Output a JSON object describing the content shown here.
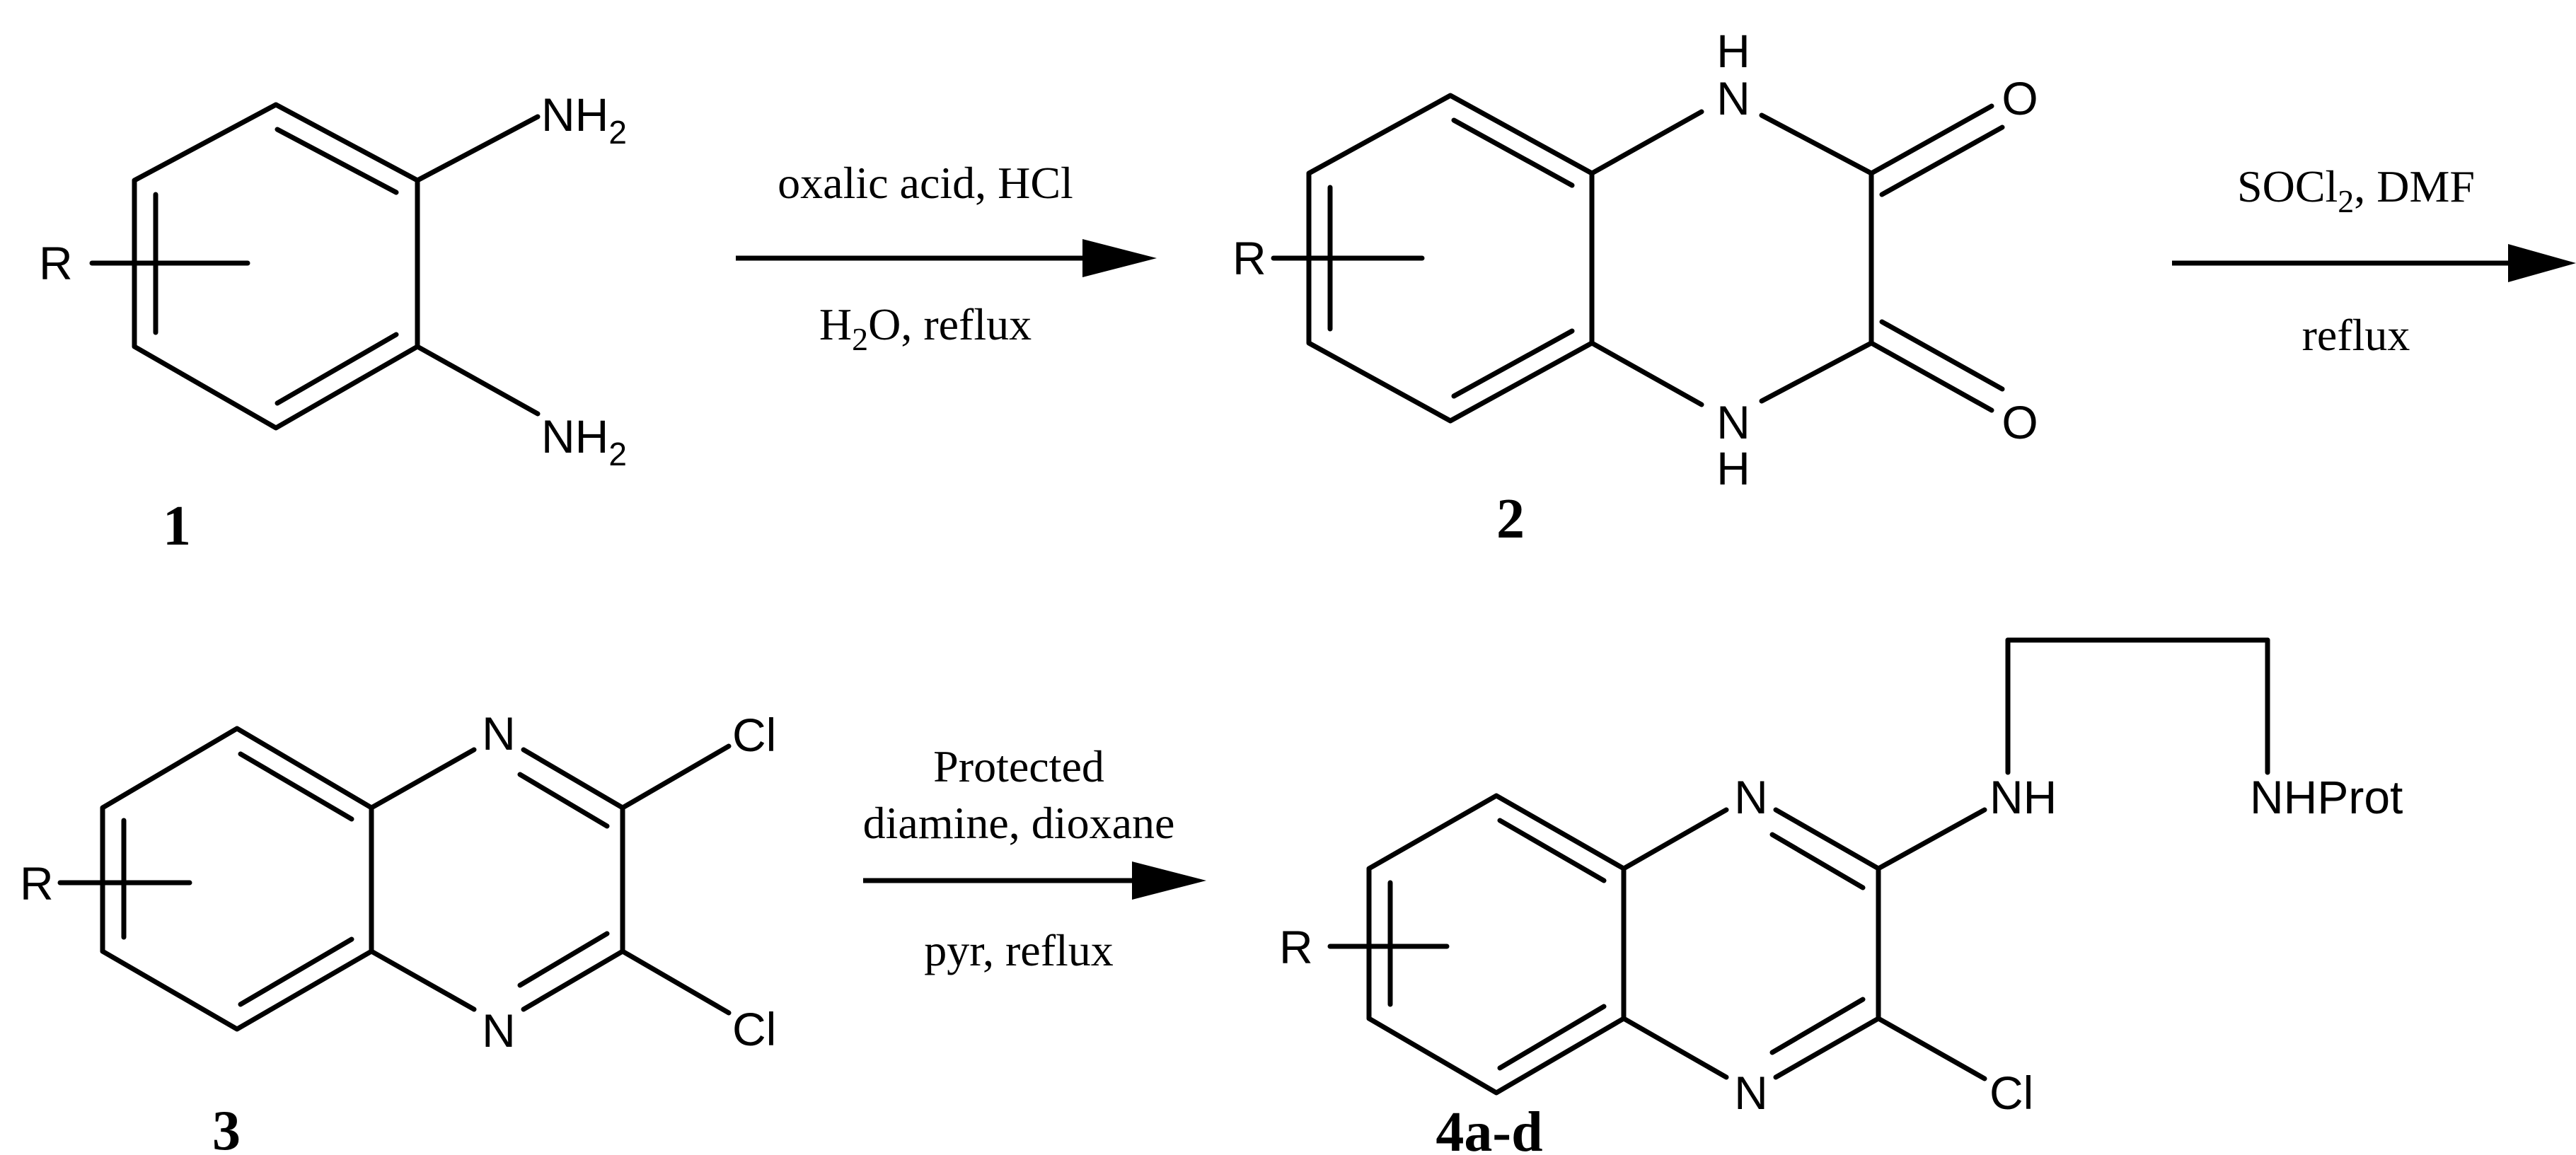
{
  "atoms": {
    "r": "R",
    "nh2": "NH",
    "nh2_sub": "2",
    "h": "H",
    "n": "N",
    "o": "O",
    "cl": "Cl",
    "nh": "NH",
    "nhprot": "NHProt"
  },
  "compounds": {
    "c1": "1",
    "c2": "2",
    "c3": "3",
    "c4": "4a-d"
  },
  "steps": {
    "step1": {
      "above": "oxalic acid, HCl",
      "below_pre": "H",
      "below_sub": "2",
      "below_post": "O, reflux"
    },
    "step2": {
      "above_pre": "SOCl",
      "above_sub": "2",
      "above_post": ", DMF",
      "below": "reflux"
    },
    "step3": {
      "above_line1": "Protected",
      "above_line2": "diamine, dioxane",
      "below": "pyr, reflux"
    }
  }
}
